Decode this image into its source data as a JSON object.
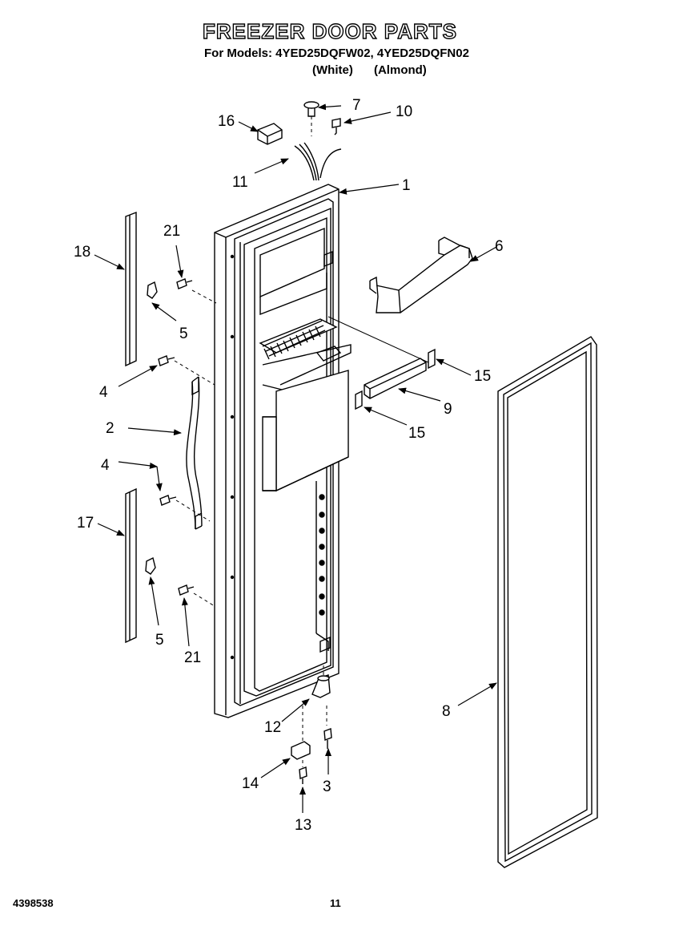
{
  "header": {
    "title": "FREEZER DOOR PARTS",
    "models_line": "For Models: 4YED25DQFW02, 4YED25DQFN02",
    "variants_line": "(White) (Almond)"
  },
  "callouts": [
    "16",
    "7",
    "10",
    "11",
    "1",
    "21",
    "18",
    "6",
    "5",
    "4",
    "15",
    "9",
    "2",
    "15",
    "4",
    "17",
    "8",
    "5",
    "21",
    "12",
    "14",
    "3",
    "13"
  ],
  "footer": {
    "doc_number": "4398538",
    "page_number": "11"
  }
}
